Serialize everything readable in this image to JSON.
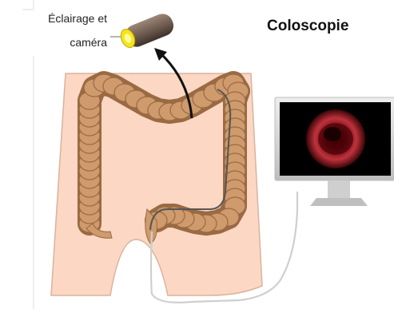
{
  "title": "Coloscopie",
  "device_label": {
    "line1": "Éclairage et",
    "line2": "caméra"
  },
  "colors": {
    "body": "#fbd7c4",
    "body_outline": "#d9b39e",
    "colon": "#cf9a6c",
    "colon_dark": "#9a6a43",
    "scope": "#5b5b5b",
    "screen_bezel": "#d9d9d9",
    "screen": "#000000",
    "lumen": "#c0323c",
    "device": "#6d5a4e",
    "device_tip": "#f3e61d"
  }
}
